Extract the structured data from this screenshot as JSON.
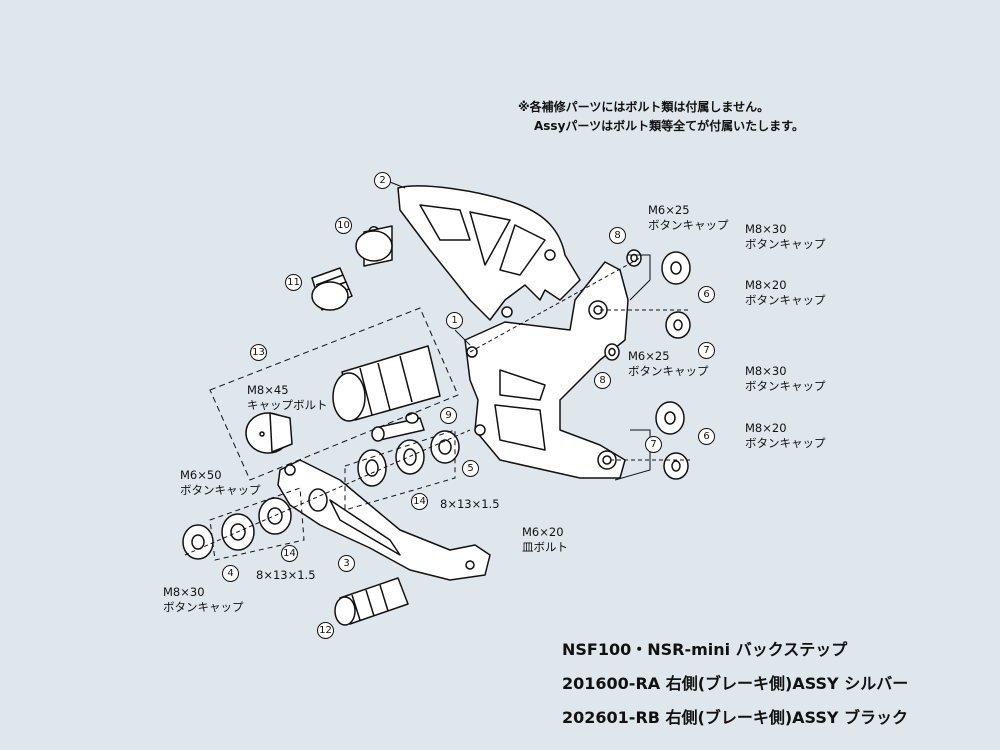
{
  "notes": {
    "line1": "※各補修パーツにはボルト類は付属しません。",
    "line2": "Assyパーツはボルト類等全てが付属いたします。"
  },
  "labels": {
    "m6x25_top": [
      "M6×25",
      "ボタンキャップ"
    ],
    "m8x30_top": [
      "M8×30",
      "ボタンキャップ"
    ],
    "m8x20_top": [
      "M8×20",
      "ボタンキャップ"
    ],
    "m6x25_mid": [
      "M6×25",
      "ボタンキャップ"
    ],
    "m8x30_mid": [
      "M8×30",
      "ボタンキャップ"
    ],
    "m8x20_mid": [
      "M8×20",
      "ボタンキャップ"
    ],
    "m8x45": [
      "M8×45",
      "キャップボルト"
    ],
    "m6x50": [
      "M6×50",
      "ボタンキャップ"
    ],
    "m8x30_bottom": [
      "M8×30",
      "ボタンキャップ"
    ],
    "m6x20": [
      "M6×20",
      "皿ボルト"
    ],
    "collar_right": "8×13×1.5",
    "collar_left": "8×13×1.5"
  },
  "part_numbers": [
    "1",
    "2",
    "3",
    "4",
    "5",
    "6",
    "6",
    "7",
    "7",
    "8",
    "8",
    "9",
    "10",
    "11",
    "12",
    "13",
    "14",
    "14"
  ],
  "titles": {
    "line1": "NSF100・NSR-mini バックステップ",
    "line2": "201600-RA 右側(ブレーキ側)ASSY シルバー",
    "line3": "202601-RB 右側(ブレーキ側)ASSY ブラック"
  }
}
